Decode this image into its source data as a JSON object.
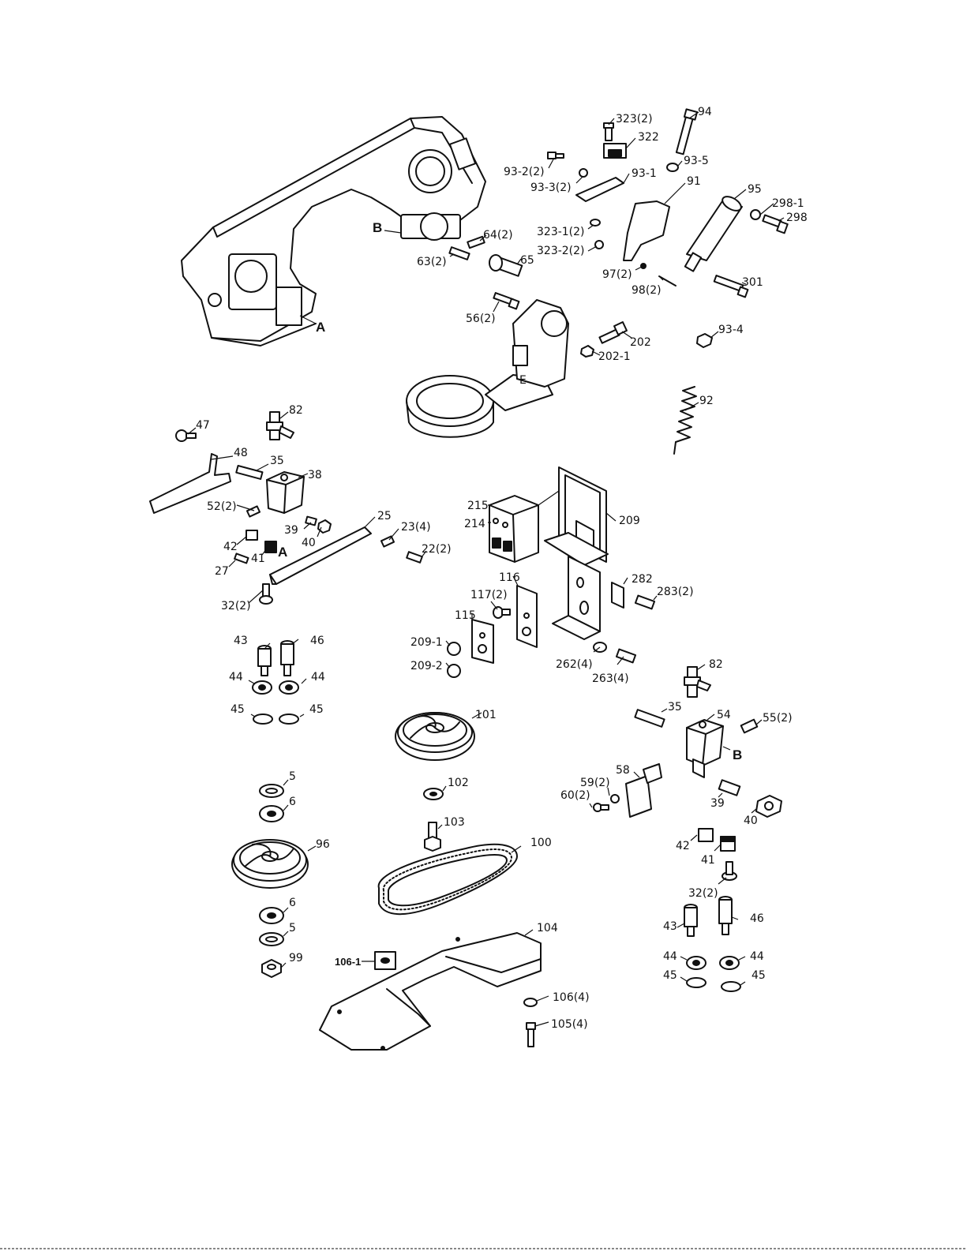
{
  "labels": {
    "p94": "94",
    "p323_2": "323(2)",
    "p322": "322",
    "p93_2_2": "93-2(2)",
    "p93_5": "93-5",
    "p93_3_2": "93-3(2)",
    "p93_1": "93-1",
    "p91": "91",
    "p95": "95",
    "p298_1": "298-1",
    "p298": "298",
    "pB_top": "B",
    "p64_2": "64(2)",
    "p323_1_2": "323-1(2)",
    "p63_2": "63(2)",
    "p65": "65",
    "p323_2_2": "323-2(2)",
    "p97_2": "97(2)",
    "p98_2": "98(2)",
    "p301": "301",
    "pA_top": "A",
    "p56_2": "56(2)",
    "p202": "202",
    "p202_1": "202-1",
    "p93_4": "93-4",
    "p92": "92",
    "pE": "E",
    "p82_left": "82",
    "p47": "47",
    "p48": "48",
    "p35_left": "35",
    "p38": "38",
    "p25": "25",
    "p52_2": "52(2)",
    "p23_4": "23(4)",
    "p39_left": "39",
    "p40_left": "40",
    "p42_left": "42",
    "pA_mid": "A",
    "p22_2": "22(2)",
    "p41_left": "41",
    "p27": "27",
    "p32_2_left": "32(2)",
    "p215": "215",
    "p214": "214",
    "p209": "209",
    "p116": "116",
    "p282": "282",
    "p117_2": "117(2)",
    "p283_2": "283(2)",
    "p115": "115",
    "p43_left": "43",
    "p46_left": "46",
    "p209_1": "209-1",
    "p209_2": "209-2",
    "p262_4": "262(4)",
    "p263_4": "263(4)",
    "p44_left_a": "44",
    "p44_left_b": "44",
    "p45_left_a": "45",
    "p45_left_b": "45",
    "p82_right": "82",
    "p101": "101",
    "p35_right": "35",
    "p54": "54",
    "p55_2": "55(2)",
    "pB_right": "B",
    "p5_top": "5",
    "p102": "102",
    "p59_2": "59(2)",
    "p58": "58",
    "p60_2": "60(2)",
    "p6_top": "6",
    "p39_right": "39",
    "p40_right": "40",
    "p103": "103",
    "p96": "96",
    "p100": "100",
    "p42_right": "42",
    "p41_right": "41",
    "p32_2_right": "32(2)",
    "p6_bottom": "6",
    "p5_bottom": "5",
    "p104": "104",
    "p43_right": "43",
    "p46_right": "46",
    "p99": "99",
    "p106_1": "106-1",
    "p44_right_a": "44",
    "p44_right_b": "44",
    "p45_right_a": "45",
    "p45_right_b": "45",
    "p106_4": "106(4)",
    "p105_4": "105(4)"
  }
}
